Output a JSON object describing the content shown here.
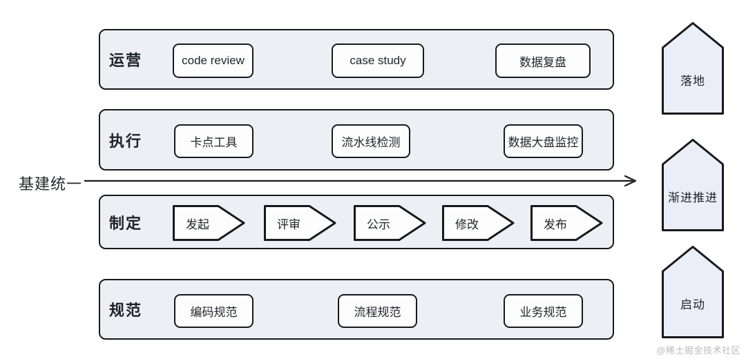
{
  "diagram": {
    "axis_label": "基建统一",
    "rows": [
      {
        "label": "运营",
        "items": [
          "code review",
          "case study",
          "数据复盘"
        ]
      },
      {
        "label": "执行",
        "items": [
          "卡点工具",
          "流水线检测",
          "数据大盘监控"
        ]
      },
      {
        "label": "制定",
        "items": [
          "发起",
          "评审",
          "公示",
          "修改",
          "发布"
        ]
      },
      {
        "label": "规范",
        "items": [
          "编码规范",
          "流程规范",
          "业务规范"
        ]
      }
    ],
    "stages": [
      "落地",
      "渐进推进",
      "启动"
    ],
    "watermark": "@稀土掘金技术社区",
    "colors": {
      "row_fill": "#edeff5",
      "shape_fill": "#fdfdfe",
      "house_fill": "#ebeef7",
      "border": "#17181c",
      "watermark": "#bcbcbc"
    }
  }
}
